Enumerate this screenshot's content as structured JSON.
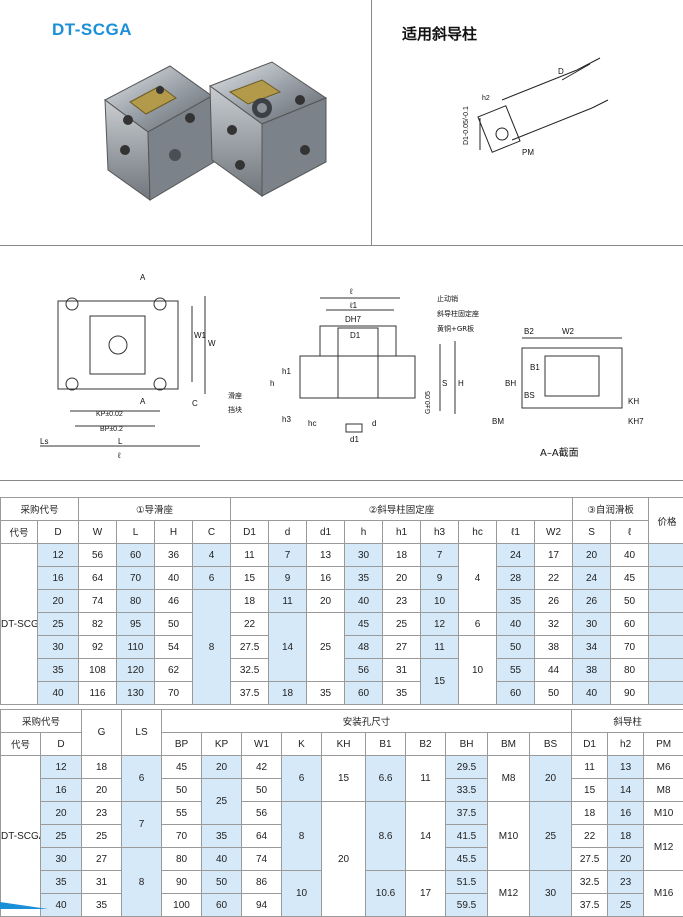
{
  "model": "DT-SCGA",
  "guide_title": "适用斜导柱",
  "guide_post_labels": [
    "D",
    "h2",
    "D1-0.05/-0.1",
    "PM"
  ],
  "drawings": {
    "top_view_labels": [
      "A",
      "A",
      "W",
      "W1",
      "C",
      "滑座",
      "挡块",
      "KP±0.02",
      "BP±0.2",
      "L",
      "ℓ",
      "Ls"
    ],
    "side_view_labels": [
      "ℓ",
      "ℓ1",
      "DH7",
      "D1",
      "止动销",
      "斜导柱固定座",
      "黄铜+GR板",
      "S",
      "G±0.05",
      "H",
      "h",
      "h1",
      "h3",
      "hc",
      "d",
      "d1"
    ],
    "section_labels": [
      "B2",
      "W2",
      "B1",
      "BH",
      "BS",
      "BM",
      "KH",
      "KH7"
    ],
    "section_caption": "A–A截面"
  },
  "table1": {
    "group_headers": [
      "采购代号",
      "①导滑座",
      "②斜导柱固定座",
      "③自润滑板",
      "价格"
    ],
    "columns": [
      "代号",
      "D",
      "W",
      "L",
      "H",
      "C",
      "D1",
      "d",
      "d1",
      "h",
      "h1",
      "h3",
      "hc",
      "ℓ1",
      "W2",
      "S",
      "ℓ"
    ],
    "code": "DT-SCGA",
    "rows": [
      {
        "D": "12",
        "W": "56",
        "L": "60",
        "H": "36",
        "C": "4",
        "D1": "11",
        "d": "7",
        "d1": "13",
        "h": "30",
        "h1": "18",
        "h3": "7",
        "hc": "",
        "l1": "24",
        "W2": "17",
        "S": "20",
        "l": "40"
      },
      {
        "D": "16",
        "W": "64",
        "L": "70",
        "H": "40",
        "C": "6",
        "D1": "15",
        "d": "9",
        "d1": "16",
        "h": "35",
        "h1": "20",
        "h3": "9",
        "hc": "4",
        "l1": "28",
        "W2": "22",
        "S": "24",
        "l": "45"
      },
      {
        "D": "20",
        "W": "74",
        "L": "80",
        "H": "46",
        "C": "",
        "D1": "18",
        "d": "11",
        "d1": "20",
        "h": "40",
        "h1": "23",
        "h3": "10",
        "hc": "",
        "l1": "35",
        "W2": "26",
        "S": "26",
        "l": "50"
      },
      {
        "D": "25",
        "W": "82",
        "L": "95",
        "H": "50",
        "C": "",
        "D1": "22",
        "d": "",
        "d1": "",
        "h": "45",
        "h1": "25",
        "h3": "12",
        "hc": "6",
        "l1": "40",
        "W2": "32",
        "S": "30",
        "l": "60"
      },
      {
        "D": "30",
        "W": "92",
        "L": "110",
        "H": "54",
        "C": "8",
        "D1": "27.5",
        "d": "14",
        "d1": "25",
        "h": "48",
        "h1": "27",
        "h3": "11",
        "hc": "",
        "l1": "50",
        "W2": "38",
        "S": "34",
        "l": "70"
      },
      {
        "D": "35",
        "W": "108",
        "L": "120",
        "H": "62",
        "C": "",
        "D1": "32.5",
        "d": "",
        "d1": "",
        "h": "56",
        "h1": "31",
        "h3": "15",
        "hc": "10",
        "l1": "55",
        "W2": "44",
        "S": "38",
        "l": "80"
      },
      {
        "D": "40",
        "W": "116",
        "L": "130",
        "H": "70",
        "C": "",
        "D1": "37.5",
        "d": "18",
        "d1": "35",
        "h": "60",
        "h1": "35",
        "h3": "",
        "hc": "",
        "l1": "60",
        "W2": "50",
        "S": "40",
        "l": "90"
      }
    ]
  },
  "table2": {
    "group_headers": [
      "采购代号",
      "G",
      "LS",
      "安装孔尺寸",
      "斜导柱"
    ],
    "columns": [
      "代号",
      "D",
      "BP",
      "KP",
      "W1",
      "K",
      "KH",
      "B1",
      "B2",
      "BH",
      "BM",
      "BS",
      "D1",
      "h2",
      "PM"
    ],
    "code": "DT-SCGA",
    "rows": [
      {
        "D": "12",
        "G": "18",
        "LS": "6",
        "BP": "45",
        "KP": "20",
        "W1": "42",
        "K": "6",
        "KH": "15",
        "B1": "6.6",
        "B2": "11",
        "BH": "29.5",
        "BM": "M8",
        "BS": "20",
        "D1": "11",
        "h2": "13",
        "PM": "M6"
      },
      {
        "D": "16",
        "G": "20",
        "LS": "",
        "BP": "50",
        "KP": "25",
        "W1": "50",
        "K": "",
        "KH": "",
        "B1": "",
        "B2": "",
        "BH": "33.5",
        "BM": "",
        "BS": "",
        "D1": "15",
        "h2": "14",
        "PM": "M8"
      },
      {
        "D": "20",
        "G": "23",
        "LS": "7",
        "BP": "55",
        "KP": "",
        "W1": "56",
        "K": "8",
        "KH": "20",
        "B1": "8.6",
        "B2": "14",
        "BH": "37.5",
        "BM": "M10",
        "BS": "25",
        "D1": "18",
        "h2": "16",
        "PM": "M10"
      },
      {
        "D": "25",
        "G": "25",
        "LS": "",
        "BP": "70",
        "KP": "35",
        "W1": "64",
        "K": "",
        "KH": "",
        "B1": "",
        "B2": "",
        "BH": "41.5",
        "BM": "",
        "BS": "",
        "D1": "22",
        "h2": "18",
        "PM": "M12"
      },
      {
        "D": "30",
        "G": "27",
        "LS": "8",
        "BP": "80",
        "KP": "40",
        "W1": "74",
        "K": "",
        "KH": "",
        "B1": "",
        "B2": "",
        "BH": "45.5",
        "BM": "",
        "BS": "",
        "D1": "27.5",
        "h2": "20",
        "PM": ""
      },
      {
        "D": "35",
        "G": "31",
        "LS": "",
        "BP": "90",
        "KP": "50",
        "W1": "86",
        "K": "10",
        "KH": "",
        "B1": "10.6",
        "B2": "17",
        "BH": "51.5",
        "BM": "M12",
        "BS": "30",
        "D1": "32.5",
        "h2": "23",
        "PM": "M16"
      },
      {
        "D": "40",
        "G": "35",
        "LS": "",
        "BP": "100",
        "KP": "60",
        "W1": "94",
        "K": "",
        "KH": "",
        "B1": "",
        "B2": "",
        "BH": "59.5",
        "BM": "",
        "BS": "",
        "D1": "37.5",
        "h2": "25",
        "PM": ""
      }
    ]
  },
  "colors": {
    "brand_blue": "#1c8fd9",
    "cell_blue": "#d6e9f8",
    "brass": "#b39a4a"
  }
}
